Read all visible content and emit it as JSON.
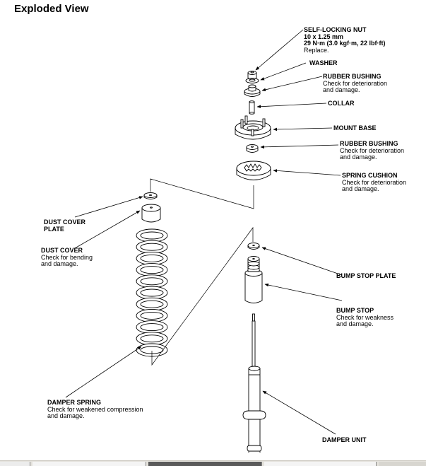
{
  "title": "Exploded View",
  "callouts": {
    "self_locking_nut": {
      "heading": "SELF-LOCKING NUT",
      "lines": [
        "10 x 1.25 mm",
        "29 N·m (3.0 kgf·m, 22 lbf·ft)",
        "Replace."
      ]
    },
    "washer": {
      "heading": "WASHER",
      "lines": []
    },
    "rubber_bushing_upper": {
      "heading": "RUBBER BUSHING",
      "lines": [
        "Check for deterioration",
        "and damage."
      ]
    },
    "collar": {
      "heading": "COLLAR",
      "lines": []
    },
    "mount_base": {
      "heading": "MOUNT BASE",
      "lines": []
    },
    "rubber_bushing_lower": {
      "heading": "RUBBER BUSHING",
      "lines": [
        "Check for deterioration",
        "and damage."
      ]
    },
    "spring_cushion": {
      "heading": "SPRING CUSHION",
      "lines": [
        "Check for deterioration",
        "and damage."
      ]
    },
    "dust_cover_plate": {
      "heading_lines": [
        "DUST COVER",
        "PLATE"
      ]
    },
    "dust_cover": {
      "heading": "DUST COVER",
      "lines": [
        "Check for bending",
        "and damage."
      ]
    },
    "bump_stop_plate": {
      "heading": "BUMP STOP PLATE",
      "lines": []
    },
    "bump_stop": {
      "heading": "BUMP STOP",
      "lines": [
        "Check for weakness",
        "and damage."
      ]
    },
    "damper_spring": {
      "heading": "DAMPER SPRING",
      "lines": [
        "Check for weakened compression",
        "and damage."
      ]
    },
    "damper_unit": {
      "heading": "DAMPER UNIT",
      "lines": []
    }
  }
}
